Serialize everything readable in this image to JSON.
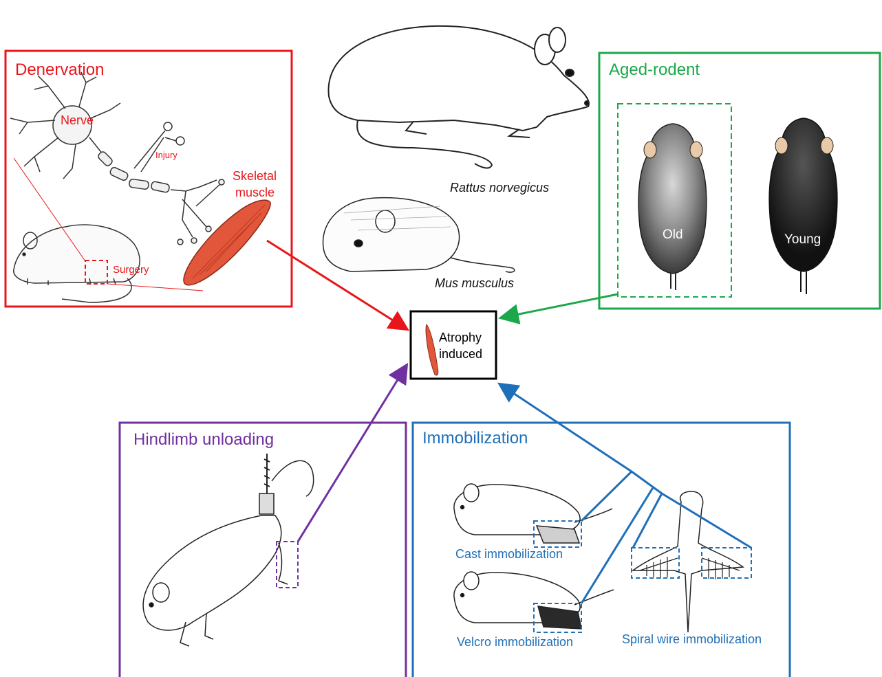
{
  "panels": {
    "denervation": {
      "title": "Denervation",
      "nerve": "Nerve",
      "injury": "Injury",
      "skeletal_muscle_1": "Skeletal",
      "skeletal_muscle_2": "muscle",
      "surgery": "Surgery"
    },
    "aged": {
      "title": "Aged-rodent",
      "old": "Old",
      "young": "Young"
    },
    "species": {
      "rat": "Rattus norvegicus",
      "mouse": "Mus musculus"
    },
    "center": {
      "line1": "Atrophy",
      "line2": "induced"
    },
    "hindlimb": {
      "title": "Hindlimb unloading"
    },
    "immobilization": {
      "title": "Immobilization",
      "cast": "Cast immobilization",
      "velcro": "Velcro immobilization",
      "spiral": "Spiral wire immobilization"
    }
  },
  "colors": {
    "denervation": "#e8161b",
    "aged": "#1ba84a",
    "hindlimb": "#7030a0",
    "immobilization": "#1f6fb8",
    "muscle": "#e2573b"
  }
}
